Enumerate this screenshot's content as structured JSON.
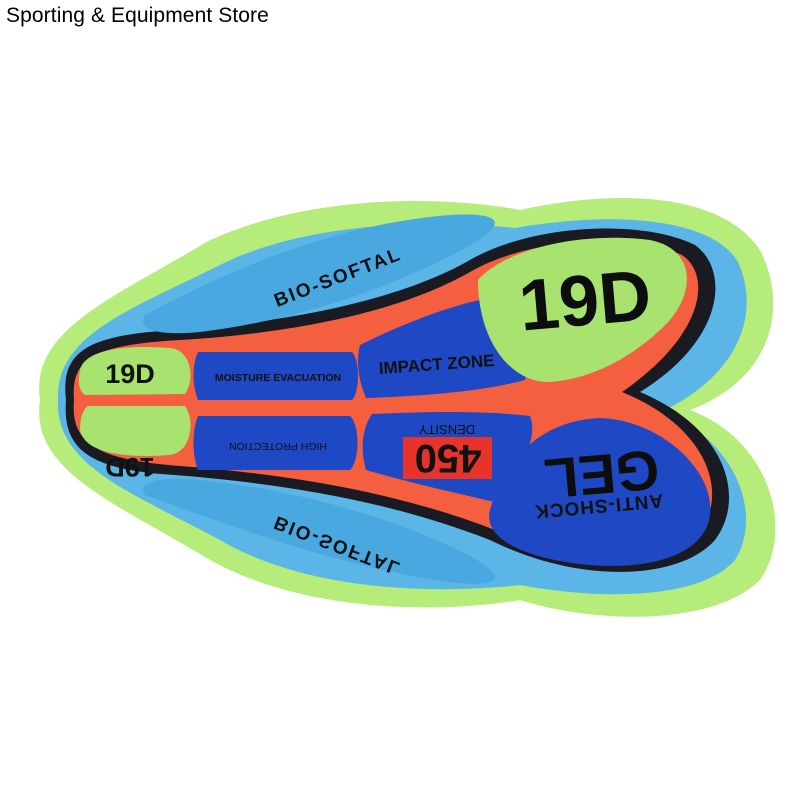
{
  "store": {
    "name": "Sporting & Equipment Store"
  },
  "product": {
    "pad_texts": {
      "bio_softal_top": "BIO-SOFTAL",
      "bio_softal_bottom": "BIO-SOFTAL",
      "big_19d": "19D",
      "small_19d_top": "19D",
      "small_19d_bottom": "19D",
      "moisture": "MOISTURE EVACUATION",
      "impact": "IMPACT ZONE",
      "high_protection": "HIGH PROTECTION",
      "density_label": "DENSITY",
      "density_value": "450",
      "gel": "GEL",
      "anti_shock": "ANTI-SHOCK"
    },
    "colors": {
      "outer_green": "#b5ec7a",
      "blue_layer": "#5bb5e6",
      "orange": "#f4603f",
      "dark_outline": "#1a1a22",
      "lime_pad": "#a7e36e",
      "royal_blue": "#1e48c4",
      "density_red": "#e8332b"
    }
  }
}
